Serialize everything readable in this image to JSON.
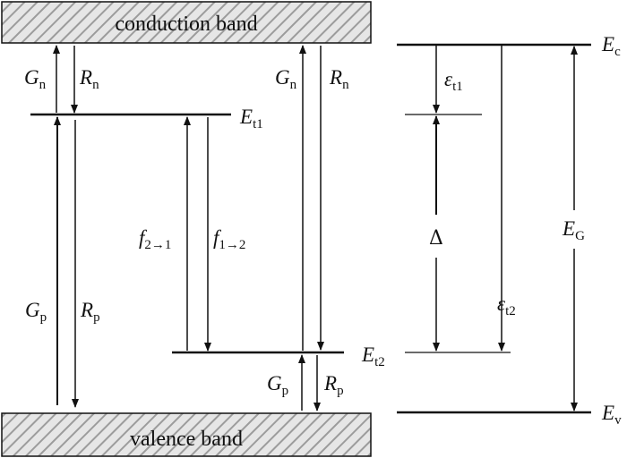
{
  "bands": {
    "conduction": "conduction band",
    "valence": "valence band"
  },
  "levels": {
    "et1": {
      "main": "E",
      "sub": "t1"
    },
    "et2": {
      "main": "E",
      "sub": "t2"
    },
    "ec": {
      "main": "E",
      "sub": "c"
    },
    "ev": {
      "main": "E",
      "sub": "v"
    }
  },
  "transitions": {
    "gn_left": {
      "main": "G",
      "sub": "n"
    },
    "rn_left": {
      "main": "R",
      "sub": "n"
    },
    "gp_left": {
      "main": "G",
      "sub": "p"
    },
    "rp_left": {
      "main": "R",
      "sub": "p"
    },
    "f21": {
      "main": "f",
      "sub": "2→1"
    },
    "f12": {
      "main": "f",
      "sub": "1→2"
    },
    "gn_mid": {
      "main": "G",
      "sub": "n"
    },
    "rn_mid": {
      "main": "R",
      "sub": "n"
    },
    "gp_mid": {
      "main": "G",
      "sub": "p"
    },
    "rp_mid": {
      "main": "R",
      "sub": "p"
    }
  },
  "energies": {
    "eps_t1": {
      "main": "ε",
      "sub": "t1"
    },
    "delta": "Δ",
    "eps_t2": {
      "main": "ε",
      "sub": "t2"
    },
    "eg": {
      "main": "E",
      "sub": "G"
    }
  }
}
